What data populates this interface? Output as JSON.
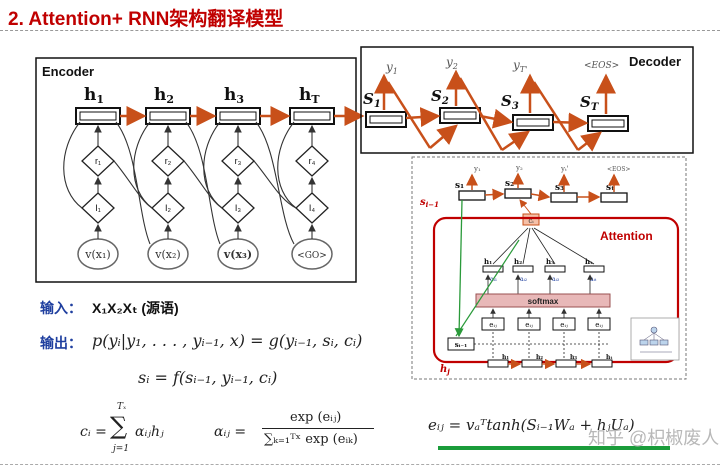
{
  "title": "2. Attention+ RNN架构翻译模型",
  "encoder": {
    "label": "Encoder",
    "hidden": [
      "h",
      "h",
      "h",
      "h"
    ],
    "hidden_subs": [
      "1",
      "2",
      "3",
      "T"
    ],
    "r_nodes": [
      "r₁",
      "r₂",
      "r₃",
      "r₄"
    ],
    "i_nodes": [
      "I₁",
      "I₂",
      "I₃",
      "I₄"
    ],
    "inputs": [
      "v(x₁)",
      "v(x₂)",
      "v(x₃)",
      "<GO>"
    ]
  },
  "decoder": {
    "label": "Decoder",
    "states": [
      "S",
      "S",
      "S",
      "S"
    ],
    "state_subs": [
      "1",
      "2",
      "3",
      "T"
    ],
    "outputs": [
      "y",
      "y",
      "y",
      "<EOS>"
    ],
    "output_subs": [
      "1",
      "2",
      "T'",
      ""
    ]
  },
  "attention": {
    "label": "Attention",
    "s_prev": "s",
    "s_prev_sub": "i−1",
    "h_label": "h",
    "h_label_sub": "j",
    "c_label": "cᵢ",
    "softmax": "softmax",
    "top_states": [
      "s₁",
      "s₂",
      "s₃",
      "sₜ"
    ],
    "top_outputs": [
      "y₁",
      "y₂",
      "yₜ'",
      "<EOS>"
    ],
    "h_items": [
      "h₁",
      "h₂",
      "h₃",
      "hₜ"
    ],
    "alpha_items": [
      "aᵢ₁",
      "aᵢ₂",
      "aᵢ₃",
      "aᵢₜ"
    ],
    "e_items": [
      "eᵢⱼ",
      "eᵢⱼ",
      "eᵢⱼ",
      "eᵢⱼ"
    ],
    "s_box": "sᵢ₋₁",
    "bottom_h": [
      "h₁",
      "h₂",
      "h₃",
      "hₜ"
    ]
  },
  "io": {
    "input_label": "输入：",
    "input_value": "X₁X₂Xₜ (源语)",
    "output_label": "输出：",
    "output_formula": "p(yᵢ|y₁, . . . , yᵢ₋₁, x) = g(yᵢ₋₁, sᵢ, cᵢ)",
    "state_formula": "sᵢ = f(sᵢ₋₁, yᵢ₋₁, cᵢ)"
  },
  "formulas": {
    "c_lhs": "cᵢ =",
    "c_sum_top": "Tₓ",
    "c_sum_bottom": "j=1",
    "c_rhs": "αᵢⱼhⱼ",
    "alpha_lhs": "αᵢⱼ =",
    "alpha_num": "exp (eᵢⱼ)",
    "alpha_den": "∑ₖ₌₁ᵀˣ exp (eᵢₖ)",
    "e_formula": "eᵢⱼ = vₐᵀtanh(Sᵢ₋₁Wₐ + hⱼUₐ)"
  },
  "watermark": "知乎 @枳椒废人",
  "colors": {
    "title": "#c00000",
    "arrow": "#c8501a",
    "blue": "#1f3f9f",
    "attn_border": "#c00000",
    "softmax": "#e8b8b8",
    "underline": "#1a9c3a"
  }
}
